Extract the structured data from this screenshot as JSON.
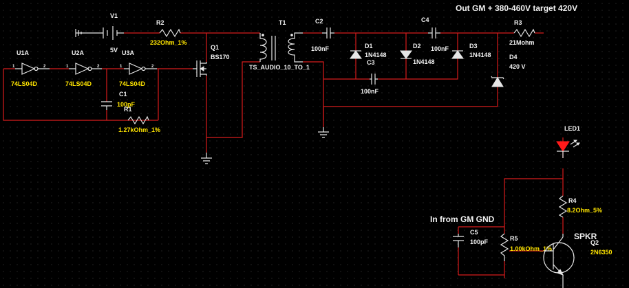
{
  "annotations": {
    "output": "Out GM + 380-460V target 420V",
    "input": "In from GM GND",
    "speaker": "SPKR"
  },
  "components": {
    "v1": {
      "ref": "V1",
      "value": "5V"
    },
    "r2": {
      "ref": "R2",
      "value": "232Ohm_1%"
    },
    "q1": {
      "ref": "Q1",
      "value": "BS170"
    },
    "t1": {
      "ref": "T1",
      "value": "TS_AUDIO_10_TO_1"
    },
    "c2": {
      "ref": "C2",
      "value": "100nF"
    },
    "c4": {
      "ref": "C4",
      "value": "100nF"
    },
    "c3": {
      "ref": "C3",
      "value": "100nF"
    },
    "d1": {
      "ref": "D1",
      "value": "1N4148"
    },
    "d2": {
      "ref": "D2",
      "value": "1N4148"
    },
    "d3": {
      "ref": "D3",
      "value": "1N4148"
    },
    "d4": {
      "ref": "D4",
      "value": "420 V"
    },
    "r3": {
      "ref": "R3",
      "value": "21Mohm"
    },
    "u1a": {
      "ref": "U1A",
      "value": "74LS04D",
      "pin_in": "1",
      "pin_out": "2"
    },
    "u2a": {
      "ref": "U2A",
      "value": "74LS04D",
      "pin_in": "1",
      "pin_out": "2"
    },
    "u3a": {
      "ref": "U3A",
      "value": "74LS04D",
      "pin_in": "1",
      "pin_out": "2"
    },
    "c1": {
      "ref": "C1",
      "value": "100pF"
    },
    "r1": {
      "ref": "R1",
      "value": "1.27kOhm_1%"
    },
    "led1": {
      "ref": "LED1"
    },
    "r4": {
      "ref": "R4",
      "value": "8.2Ohm_5%"
    },
    "c5": {
      "ref": "C5",
      "value": "100pF"
    },
    "r5": {
      "ref": "R5",
      "value": "1.00kOhm_1%"
    },
    "q2": {
      "ref": "Q2",
      "value": "2N6350"
    }
  },
  "colors": {
    "background": "#000000",
    "wire": "#d81c1c",
    "label": "#ffe500",
    "component": "#e6e6e6",
    "led": "#ff1a1a"
  }
}
